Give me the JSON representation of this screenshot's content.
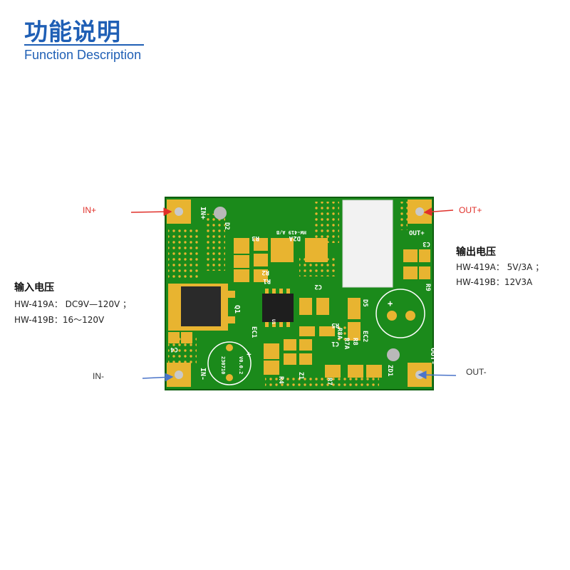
{
  "header": {
    "title_cn": "功能说明",
    "title_en": "Function Description"
  },
  "terminals": {
    "in_plus": "IN+",
    "in_minus": "IN-",
    "out_plus": "OUT+",
    "out_minus": "OUT-"
  },
  "input_voltage": {
    "heading": "输入电压",
    "line_a": "HW-419A： DC9V—120V ；",
    "line_b": "HW-419B：16～120V"
  },
  "output_voltage": {
    "heading": "输出电压",
    "line_a": "HW-419A： 5V/3A ；",
    "line_b": "HW-419B：12V3A"
  },
  "board": {
    "model": "HW-419 A/B",
    "silk_in_plus": "IN+",
    "silk_in_minus": "IN-",
    "silk_out_plus": "OUT+",
    "silk_out_minus": "OUT-",
    "cap_text": "V0.0.2",
    "cap_date": "230710",
    "designators": {
      "d2": "D2",
      "r3": "R3",
      "r1": "R1",
      "r2": "R2",
      "d2a": "D2A",
      "c2": "C2",
      "c3": "C3",
      "r9": "R9",
      "q1": "Q1",
      "ec1": "EC1",
      "c4": "C4",
      "r4": "R4",
      "z1": "Z1",
      "r7": "R7",
      "r8": "R8",
      "r8a": "R8A",
      "r7a": "R7A",
      "c1": "C1",
      "r5": "R5",
      "d5": "D5",
      "ec2": "EC2",
      "zd1": "ZD1",
      "u1": "U1",
      "ec2_plus": "+",
      "ec1_plus": "+"
    }
  },
  "colors": {
    "title_blue": "#1f5fb5",
    "label_red": "#e0302a",
    "arrow_red": "#e0302a",
    "arrow_blue": "#4a74c9",
    "pcb_green": "#1b8a1b",
    "pad_gold": "#e8b430",
    "silkscreen": "#ffffff"
  }
}
